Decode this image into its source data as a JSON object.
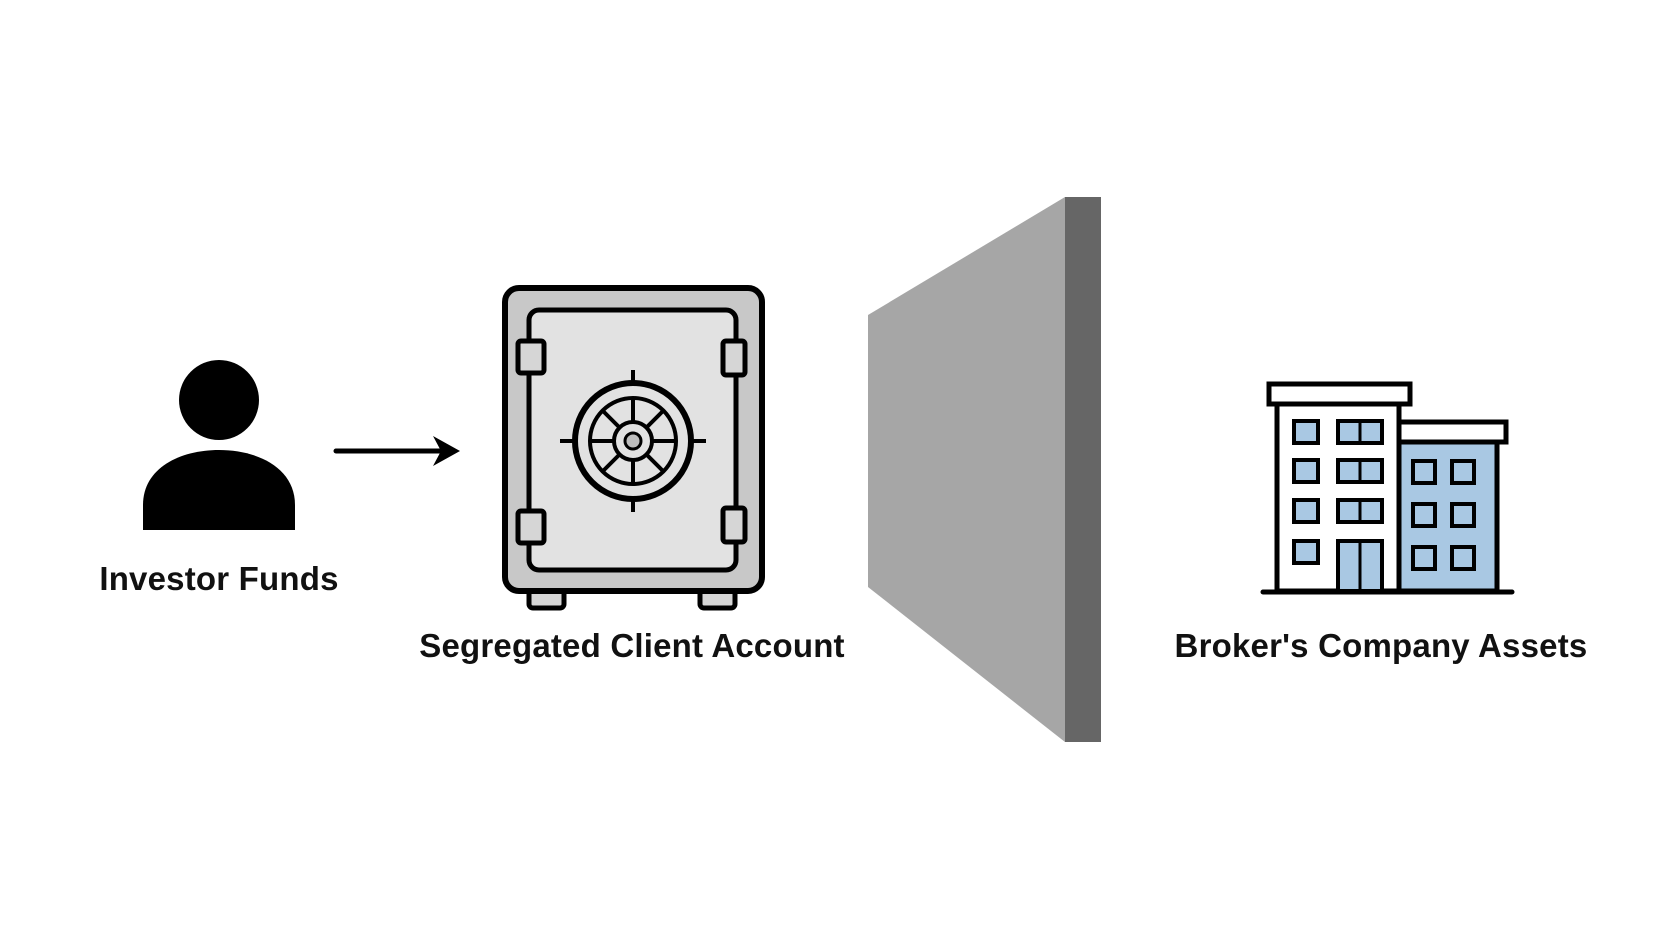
{
  "diagram": {
    "investor": {
      "label": "Investor Funds",
      "icon": "person-icon"
    },
    "flow_arrow": {
      "icon": "arrow-right-icon"
    },
    "vault": {
      "label": "Segregated Client Account",
      "icon": "safe-icon"
    },
    "barrier": {
      "icon": "wall-barrier",
      "face_color": "#a6a6a6",
      "edge_color": "#666666"
    },
    "broker": {
      "label": "Broker's Company Assets",
      "icon": "office-building-icon",
      "window_color": "#a9c8e3"
    }
  }
}
